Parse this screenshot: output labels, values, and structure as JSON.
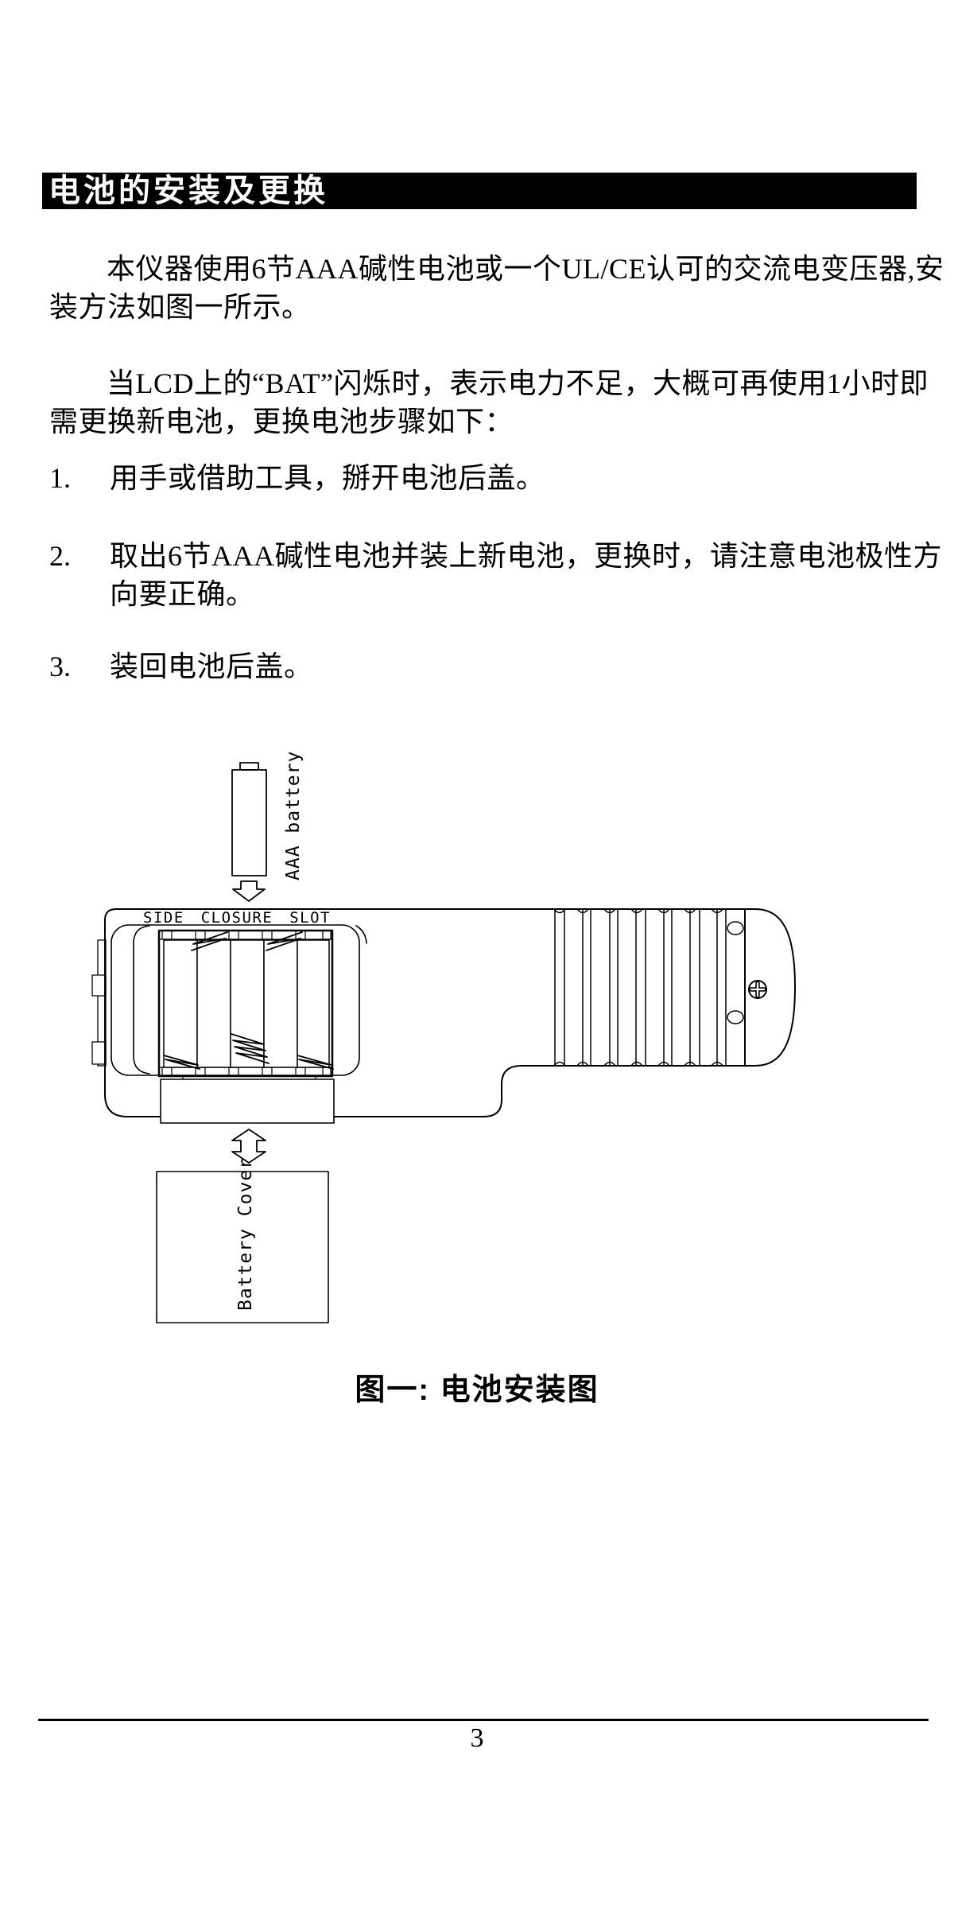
{
  "header": {
    "title": "电池的安装及更换"
  },
  "intro": {
    "p1_l1": "本仪器使用6节AAA碱性电池或一个UL/CE认可的交流电变压器,安",
    "p1_l2": "装方法如图一所示。",
    "p2_l1": "当LCD上的“BAT”闪烁时，表示电力不足，大概可再使用1小时即",
    "p2_l2": "需更换新电池，更换电池步骤如下："
  },
  "steps": [
    {
      "num": "1.",
      "lines": [
        "用手或借助工具，掰开电池后盖。"
      ]
    },
    {
      "num": "2.",
      "lines": [
        "取出6节AAA碱性电池并装上新电池，更换时，请注意电池极性方",
        "向要正确。"
      ]
    },
    {
      "num": "3.",
      "lines": [
        "装回电池后盖。"
      ]
    }
  ],
  "figure": {
    "labels": {
      "battery": "AAA battery",
      "slot": "SIDE CLOSURE SLOT",
      "cover": "Battery Cover"
    },
    "caption": "图一: 电池安装图"
  },
  "footer": {
    "page_number": "3"
  },
  "colors": {
    "ink": "#000000",
    "paper": "#ffffff"
  }
}
